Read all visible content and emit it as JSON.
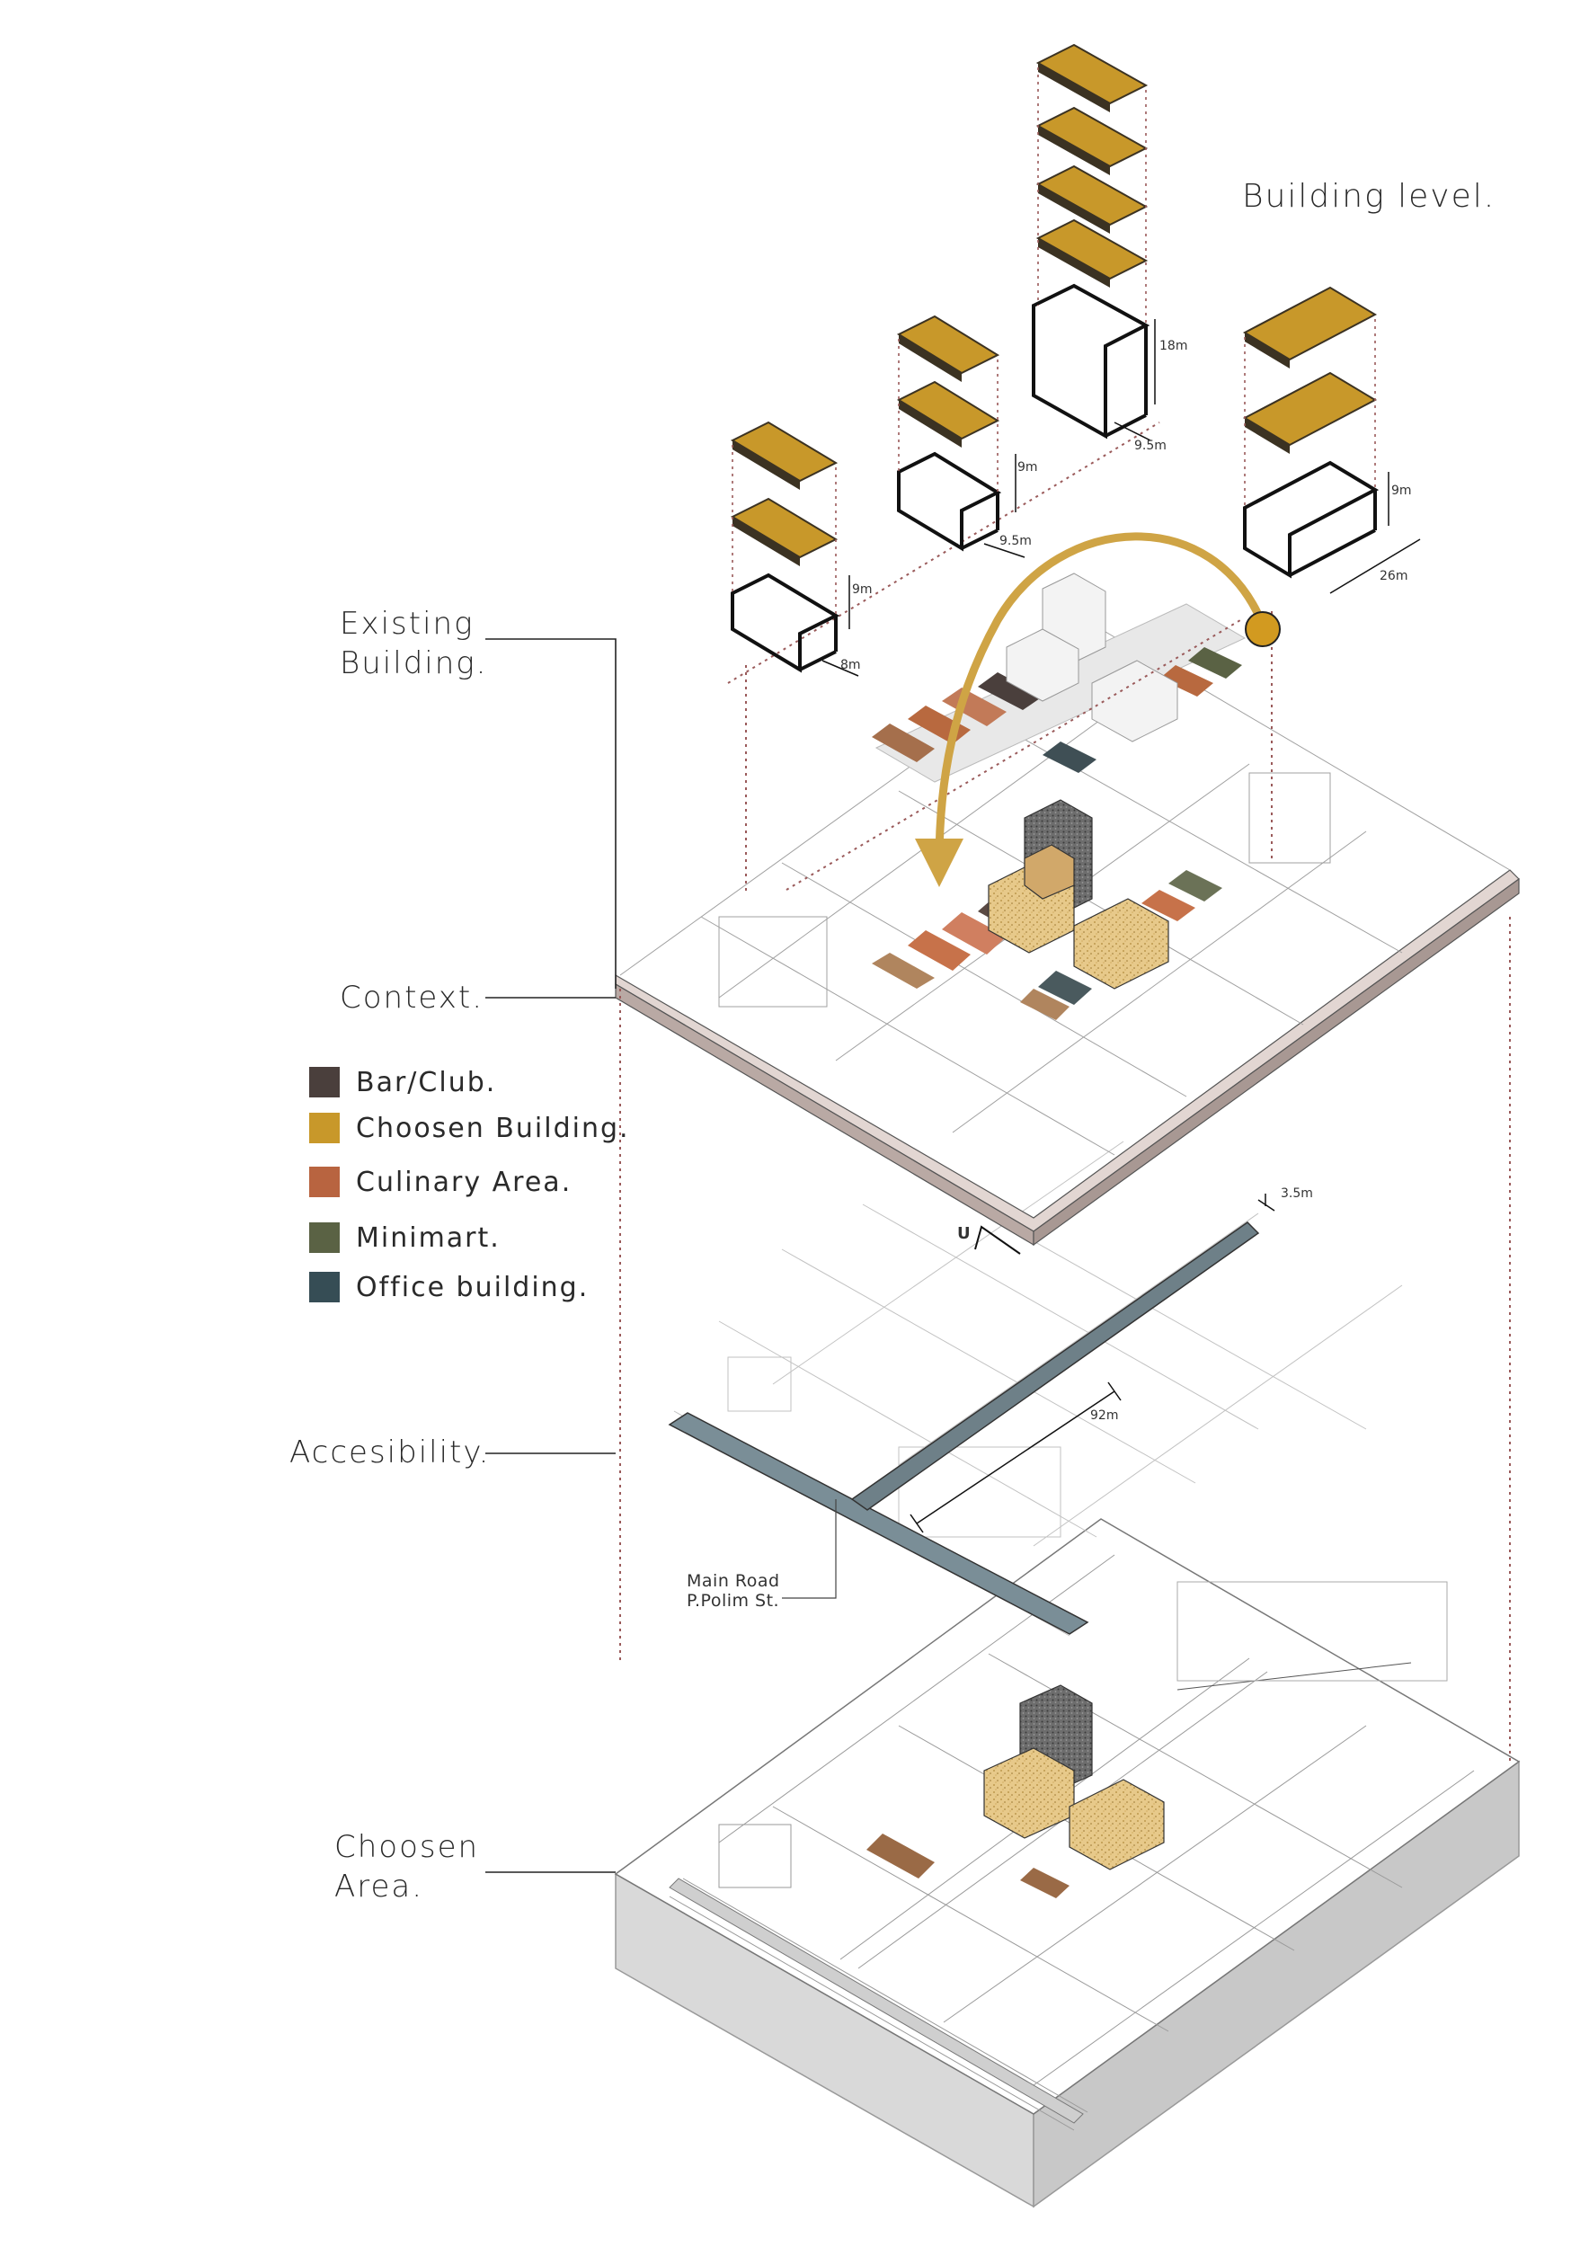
{
  "title": "Building level.",
  "layers": {
    "existing_building": [
      "Existing",
      "Building."
    ],
    "context": "Context.",
    "accessibility": "Accesibility.",
    "chosen_area": [
      "Choosen",
      "Area."
    ]
  },
  "legend": [
    {
      "label": "Bar/Club.",
      "color": "#4a3f3c"
    },
    {
      "label": "Choosen Building.",
      "color": "#c8982a"
    },
    {
      "label": "Culinary Area.",
      "color": "#b86440"
    },
    {
      "label": "Minimart.",
      "color": "#5a6244"
    },
    {
      "label": "Office building.",
      "color": "#364d55"
    }
  ],
  "dimensions": {
    "b1_height": "9m",
    "b1_width": "8m",
    "b2_height": "9m",
    "b2_width": "9.5m",
    "b3_height": "18m",
    "b3_width": "9.5m",
    "b4_height": "9m",
    "b4_width": "26m",
    "road_width": "3.5m",
    "road_length": "92m"
  },
  "north_mark": "U",
  "main_road": [
    "Main Road",
    "P.Polim St."
  ],
  "colors": {
    "gold": "#c8982a",
    "gold_dark": "#3b3222",
    "arrow": "#cfa445",
    "road": "#6e8088",
    "dashed": "#9a5a5a",
    "context_edge": "#b9a9a4",
    "ground": "#d6d6d6"
  }
}
